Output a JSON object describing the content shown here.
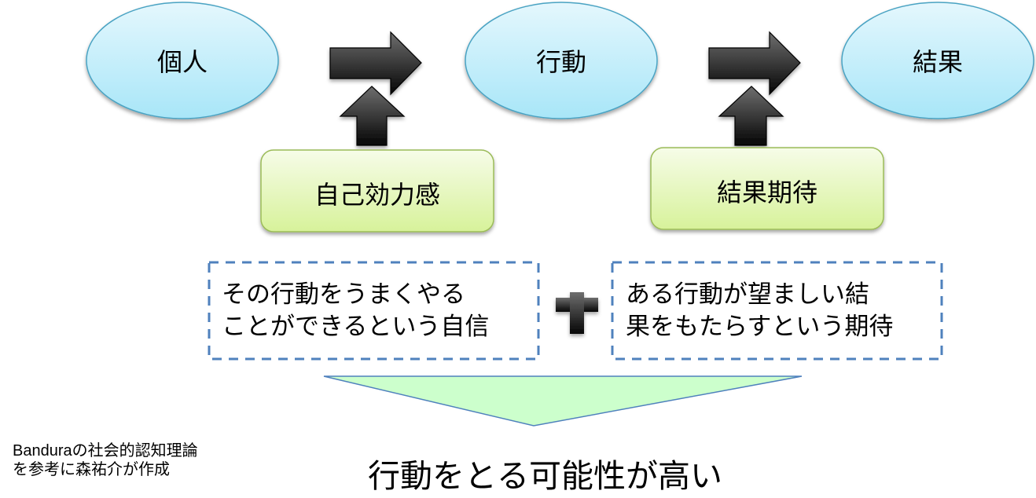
{
  "nodes": {
    "person": "個人",
    "behavior": "行動",
    "outcome": "結果"
  },
  "factors": {
    "self_efficacy": {
      "label": "自己効力感",
      "description_lines": [
        "その行動をうまくやる",
        "ことができるという自信"
      ]
    },
    "outcome_expectation": {
      "label": "結果期待",
      "description_lines": [
        "ある行動が望ましい結",
        "果をもたらすという期待"
      ]
    }
  },
  "operator": "+",
  "conclusion": "行動をとる可能性が高い",
  "credit_lines": [
    "Banduraの社会的認知理論",
    "を参考に森祐介が作成"
  ],
  "colors": {
    "oval_fill_top": "#e4f7fd",
    "oval_fill_bottom": "#a8e6f8",
    "oval_stroke": "#4aa3c3",
    "box_fill_top": "#f6fce8",
    "box_fill_bottom": "#d7f29a",
    "box_stroke": "#9bbb59",
    "arrow_light": "#6a6a6a",
    "arrow_dark": "#000000",
    "dashed_stroke": "#4f81bd",
    "down_arrow_fill": "#ccffcc",
    "down_arrow_stroke": "#4f81bd"
  }
}
